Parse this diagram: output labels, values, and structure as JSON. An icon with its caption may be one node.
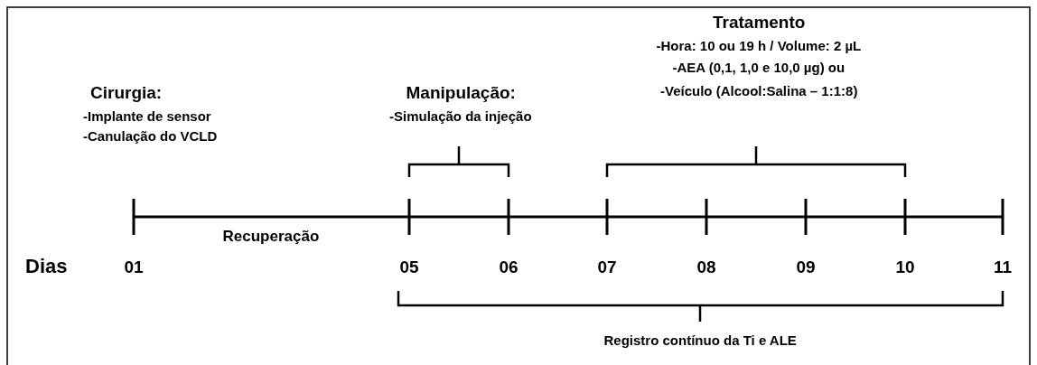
{
  "diagram": {
    "labels": [
      "Cirurgia:",
      "-Implante de sensor",
      "-Canulação do VCLD",
      "Manipulação:",
      "-Simulação da injeção",
      "Tratamento",
      "-Hora: 10 ou 19 h / Volume: 2 µL",
      "-AEA (0,1, 1,0 e 10,0 µg) ou",
      "-Veículo (Alcool:Salina – 1:1:8)",
      "Dias",
      "01",
      "Recuperação",
      "05",
      "06",
      "07",
      "08",
      "09",
      "10",
      "11",
      "Registro contínuo da Ti e ALE"
    ]
  }
}
